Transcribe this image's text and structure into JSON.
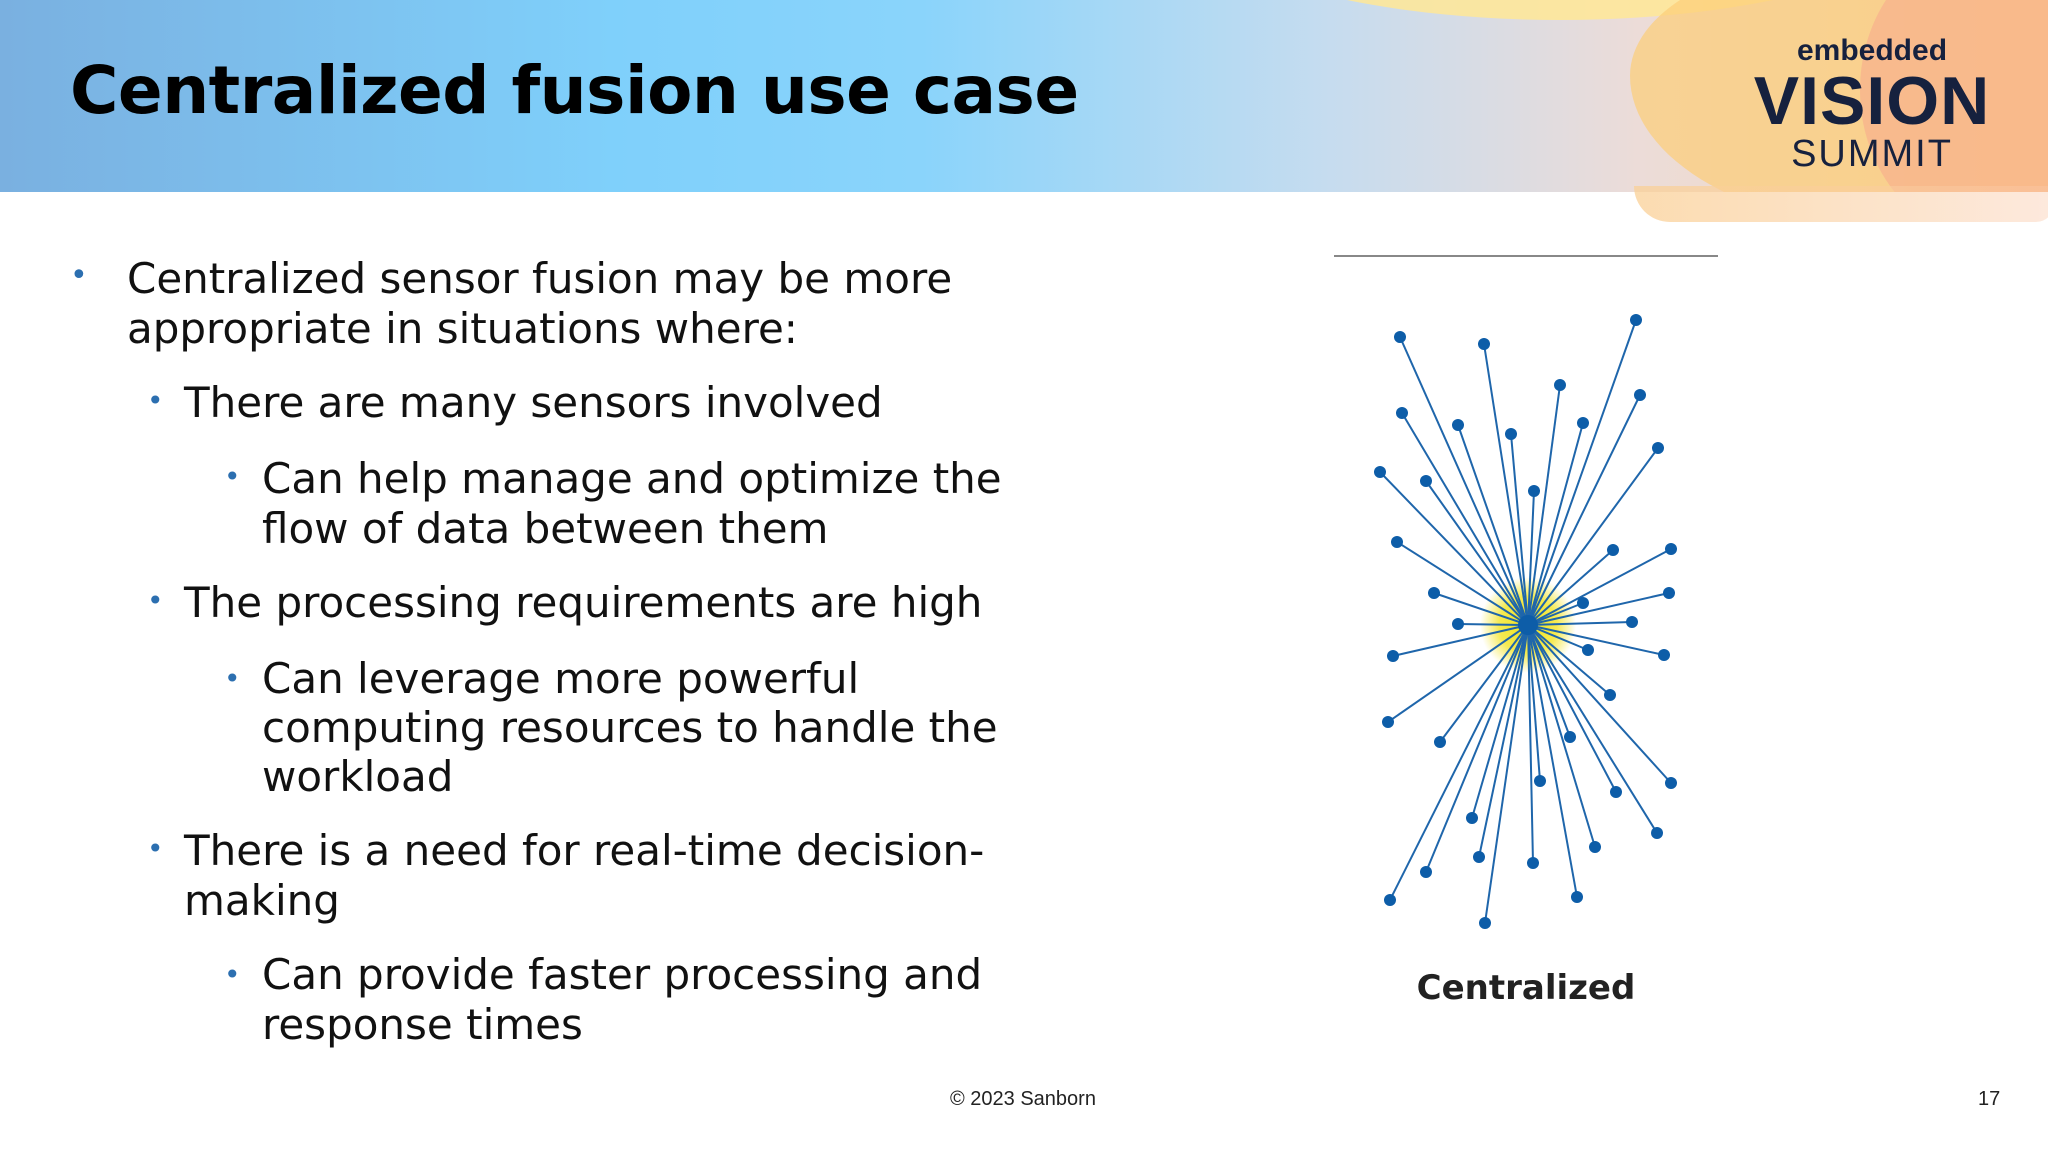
{
  "slide": {
    "title": "Centralized fusion use case",
    "logo": {
      "top": "embedded",
      "middle": "VISION",
      "bottom": "SUMMIT"
    },
    "bullets": {
      "intro": [
        "Centralized sensor fusion may be more",
        "appropriate in situations where:"
      ],
      "many_sensors": "There are many sensors involved",
      "many_sensors_sub": [
        "Can help manage and optimize the",
        "flow of data between them"
      ],
      "processing": "The processing requirements are high",
      "processing_sub": [
        "Can leverage more powerful",
        "computing resources to handle the",
        "workload"
      ],
      "realtime": [
        "There is a need for real-time decision-",
        "making"
      ],
      "realtime_sub": [
        "Can provide faster processing and",
        "response times"
      ]
    },
    "diagram_caption": "Centralized",
    "footer": {
      "copyright": "© 2023 Sanborn",
      "page_number": "17"
    },
    "colors": {
      "node": "#0d5da8",
      "hub_glow": "#f2e318",
      "bullet": "#2c6fb0"
    }
  }
}
